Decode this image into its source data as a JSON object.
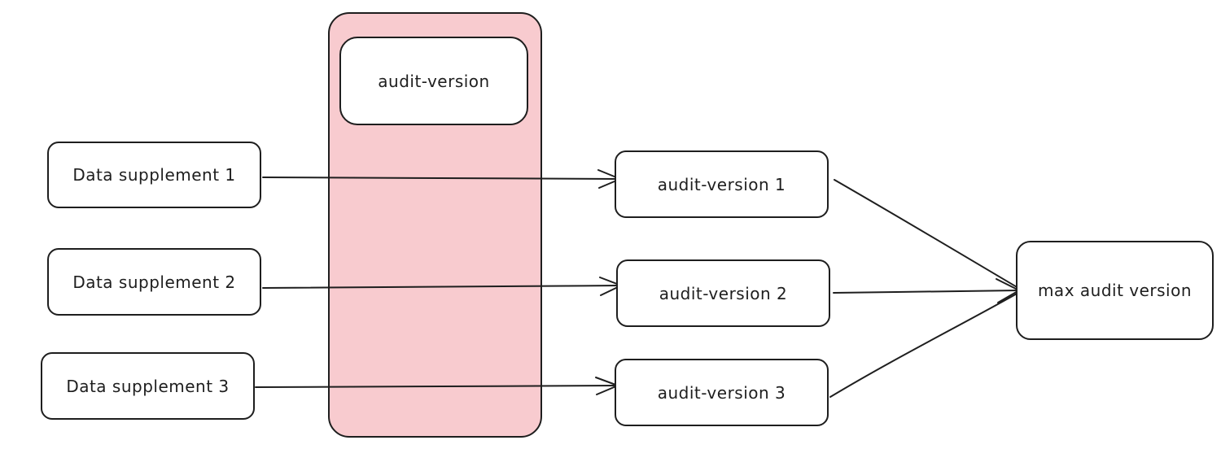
{
  "colors": {
    "band_fill": "#f8cbcf",
    "stroke": "#1e1e1e",
    "box_fill": "#ffffff"
  },
  "band": {
    "title": "audit-version"
  },
  "sources": [
    {
      "label": "Data supplement 1"
    },
    {
      "label": "Data supplement 2"
    },
    {
      "label": "Data supplement 3"
    }
  ],
  "versions": [
    {
      "label": "audit-version 1"
    },
    {
      "label": "audit-version 2"
    },
    {
      "label": "audit-version 3"
    }
  ],
  "result": {
    "label": "max audit version"
  }
}
